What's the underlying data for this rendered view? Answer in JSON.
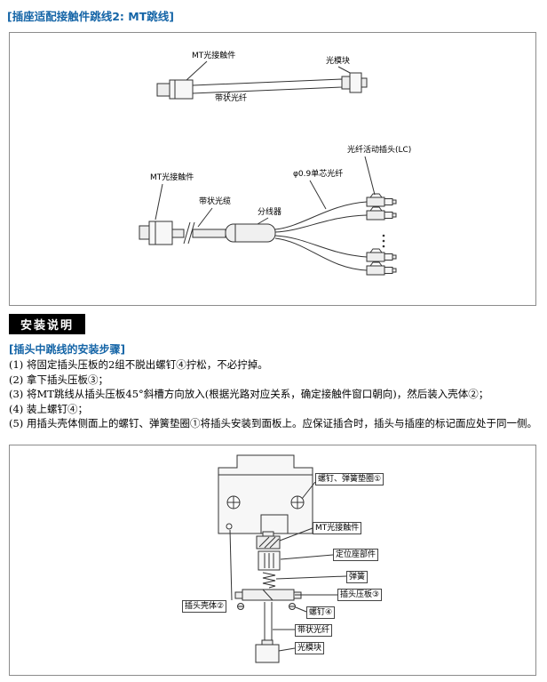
{
  "colors": {
    "heading_blue": "#1565a7",
    "section_header_bg": "#000000",
    "section_header_text": "#ffffff",
    "box_border": "#8c8c8c",
    "line_color": "#333333"
  },
  "page": {
    "title": "[插座适配接触件跳线2: MT跳线]"
  },
  "figure1": {
    "labels": {
      "mt_contact_top": "MT光接触件",
      "optical_module": "光模块",
      "ribbon_fiber": "带状光纤",
      "mt_contact_bottom": "MT光接触件",
      "ribbon_cable": "带状光缆",
      "splitter": "分线器",
      "lc_plug": "光纤活动插头(LC)",
      "single_core_fiber": "φ0.9单芯光纤"
    }
  },
  "installation": {
    "header": "安装说明",
    "subheading": "[插头中跳线的安装步骤]",
    "steps": [
      "(1) 将固定插头压板的2组不脱出螺钉④拧松，不必拧掉。",
      "(2) 拿下插头压板③；",
      "(3) 将MT跳线从插头压板45°斜槽方向放入(根据光路对应关系，确定接触件窗口朝向)，然后装入壳体②；",
      "(4) 装上螺钉④；",
      "(5) 用插头壳体侧面上的螺钉、弹簧垫圈①将插头安装到面板上。应保证插合时，插头与插座的标记面应处于同一侧。"
    ]
  },
  "figure2": {
    "labels": {
      "screw_spring_washer": "螺钉、弹簧垫圈①",
      "mt_contact": "MT光接触件",
      "positioning_seat": "定位座部件",
      "spring": "弹簧",
      "pressure_plate": "插头压板③",
      "screw": "螺钉④",
      "ribbon_fiber": "带状光纤",
      "optical_module": "光模块",
      "plug_housing": "插头壳体②"
    }
  }
}
